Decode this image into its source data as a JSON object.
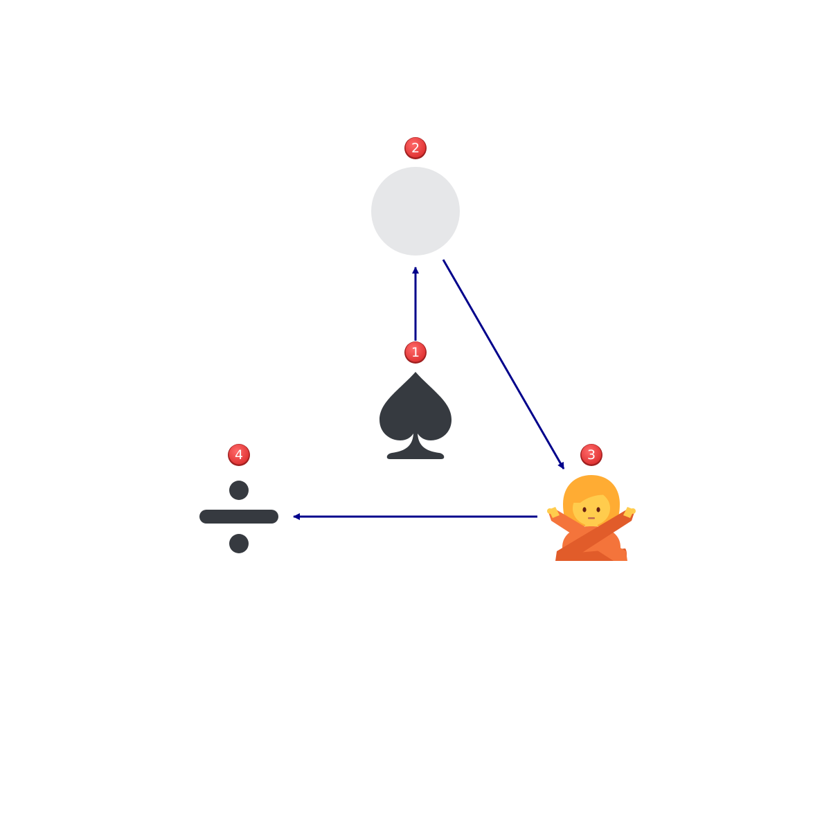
{
  "diagram": {
    "nodes": [
      {
        "id": "node-1",
        "badge": "1",
        "icon": "spade-suit-icon"
      },
      {
        "id": "node-2",
        "badge": "2",
        "icon": "light-gray-circle-icon"
      },
      {
        "id": "node-3",
        "badge": "3",
        "icon": "person-gesturing-no-icon"
      },
      {
        "id": "node-4",
        "badge": "4",
        "icon": "division-sign-icon"
      }
    ],
    "edges": [
      {
        "from": "1",
        "to": "2"
      },
      {
        "from": "2",
        "to": "3"
      },
      {
        "from": "3",
        "to": "4"
      }
    ]
  },
  "colors": {
    "arrow": "#00008b",
    "badge_fill": "#f04444",
    "badge_stroke": "#a02020",
    "icon_dark": "#363a40",
    "circle_fill": "#e6e7e9",
    "skin": "#ffcc4d",
    "hair": "#ffac33",
    "shirt": "#f4743b",
    "shirt_dark": "#e15c2a"
  }
}
